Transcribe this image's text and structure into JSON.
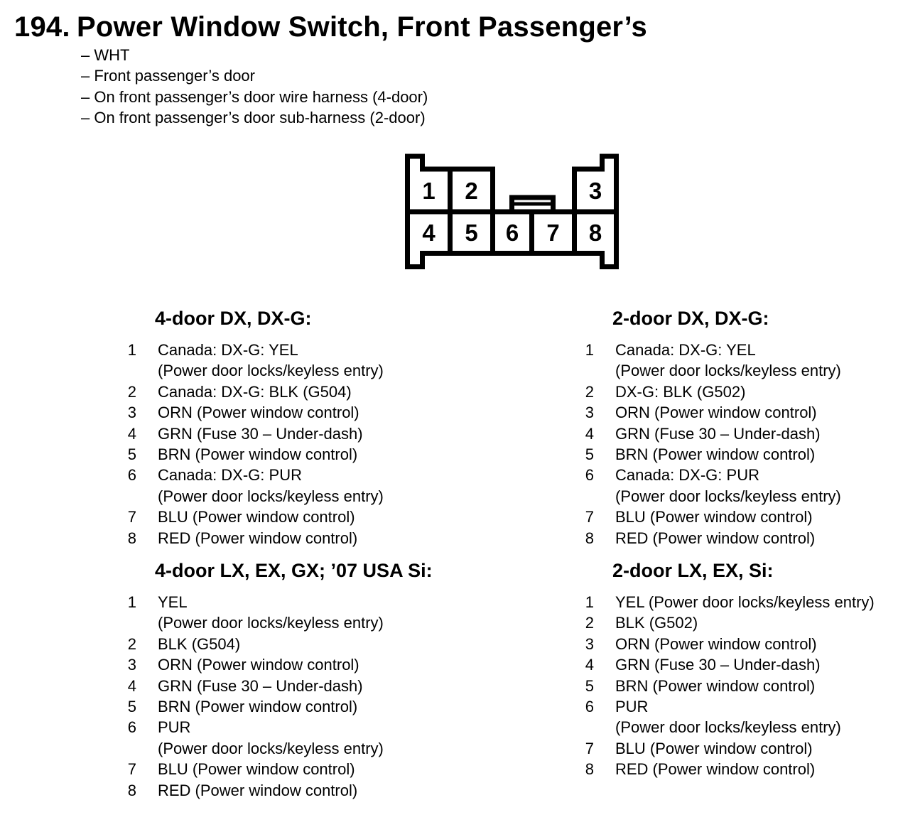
{
  "header": {
    "number": "194.",
    "title": "Power Window Switch, Front Passenger’s"
  },
  "notes": [
    "– WHT",
    "– Front passenger’s door",
    "– On front passenger’s door wire harness (4-door)",
    "– On front passenger’s door sub-harness (2-door)"
  ],
  "connector": {
    "pins": [
      "1",
      "2",
      "3",
      "4",
      "5",
      "6",
      "7",
      "8"
    ]
  },
  "sections": [
    {
      "heading": "4-door DX, DX-G:",
      "items": [
        {
          "num": "1",
          "lines": [
            "Canada: DX-G: YEL",
            "(Power door locks/keyless entry)"
          ]
        },
        {
          "num": "2",
          "lines": [
            "Canada: DX-G: BLK (G504)"
          ]
        },
        {
          "num": "3",
          "lines": [
            "ORN (Power window control)"
          ]
        },
        {
          "num": "4",
          "lines": [
            "GRN (Fuse 30 – Under-dash)"
          ]
        },
        {
          "num": "5",
          "lines": [
            "BRN (Power window control)"
          ]
        },
        {
          "num": "6",
          "lines": [
            "Canada: DX-G: PUR",
            "(Power door locks/keyless entry)"
          ]
        },
        {
          "num": "7",
          "lines": [
            "BLU (Power window control)"
          ]
        },
        {
          "num": "8",
          "lines": [
            "RED (Power window control)"
          ]
        }
      ]
    },
    {
      "heading": "2-door DX, DX-G:",
      "items": [
        {
          "num": "1",
          "lines": [
            "Canada: DX-G: YEL",
            "(Power door locks/keyless entry)"
          ]
        },
        {
          "num": "2",
          "lines": [
            "DX-G: BLK (G502)"
          ]
        },
        {
          "num": "3",
          "lines": [
            "ORN (Power window control)"
          ]
        },
        {
          "num": "4",
          "lines": [
            "GRN (Fuse 30 – Under-dash)"
          ]
        },
        {
          "num": "5",
          "lines": [
            "BRN (Power window control)"
          ]
        },
        {
          "num": "6",
          "lines": [
            "Canada: DX-G: PUR",
            "(Power door locks/keyless entry)"
          ]
        },
        {
          "num": "7",
          "lines": [
            "BLU (Power window control)"
          ]
        },
        {
          "num": "8",
          "lines": [
            "RED (Power window control)"
          ]
        }
      ]
    },
    {
      "heading": "4-door LX, EX, GX; ’07 USA Si:",
      "items": [
        {
          "num": "1",
          "lines": [
            "YEL",
            "(Power door locks/keyless entry)"
          ]
        },
        {
          "num": "2",
          "lines": [
            "BLK (G504)"
          ]
        },
        {
          "num": "3",
          "lines": [
            "ORN (Power window control)"
          ]
        },
        {
          "num": "4",
          "lines": [
            "GRN (Fuse 30 – Under-dash)"
          ]
        },
        {
          "num": "5",
          "lines": [
            "BRN (Power window control)"
          ]
        },
        {
          "num": "6",
          "lines": [
            "PUR",
            "(Power door locks/keyless entry)"
          ]
        },
        {
          "num": "7",
          "lines": [
            "BLU (Power window control)"
          ]
        },
        {
          "num": "8",
          "lines": [
            "RED (Power window control)"
          ]
        }
      ]
    },
    {
      "heading": "2-door LX, EX, Si:",
      "items": [
        {
          "num": "1",
          "lines": [
            "YEL (Power door locks/keyless entry)"
          ]
        },
        {
          "num": "2",
          "lines": [
            "BLK (G502)"
          ]
        },
        {
          "num": "3",
          "lines": [
            "ORN (Power window control)"
          ]
        },
        {
          "num": "4",
          "lines": [
            "GRN (Fuse 30 – Under-dash)"
          ]
        },
        {
          "num": "5",
          "lines": [
            "BRN (Power window control)"
          ]
        },
        {
          "num": "6",
          "lines": [
            "PUR",
            "(Power door locks/keyless entry)"
          ]
        },
        {
          "num": "7",
          "lines": [
            "BLU (Power window control)"
          ]
        },
        {
          "num": "8",
          "lines": [
            "RED (Power window control)"
          ]
        }
      ]
    }
  ]
}
